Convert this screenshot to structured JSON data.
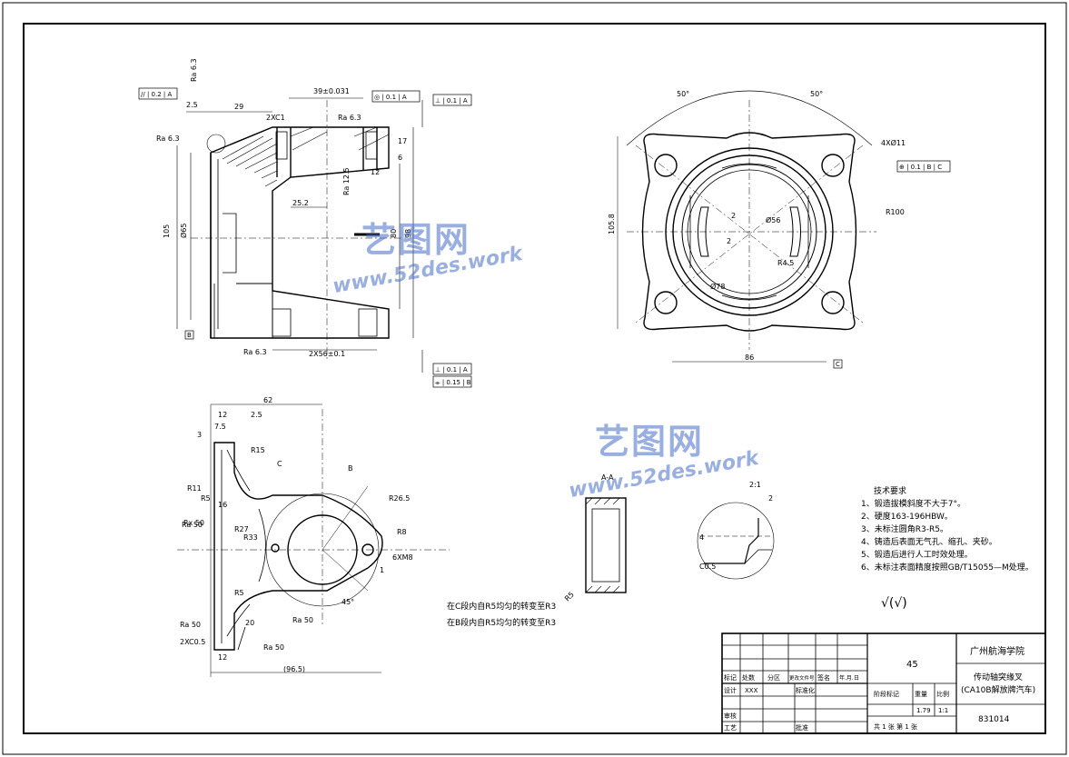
{
  "watermark": {
    "cn": "艺图网",
    "en": "www.52des.work"
  },
  "section_label": "A-A",
  "detail_scale": "2:1",
  "view_annotations": {
    "roughness": [
      "Ra 6.3",
      "Ra 6.3",
      "Ra 6.3",
      "Ra 6.3",
      "Ra 12.5",
      "Ra 50",
      "Ra 50",
      "Ra 50",
      "Ra 50"
    ],
    "tolerance_frames": [
      "// | 0.2 | A",
      "⊥ | 0.1 | A",
      "◎ | 0.1 | A",
      "⊥ | 0.1 | A",
      "⌯ | 0.15 | B",
      "⊕ | 0.1 | B | C"
    ],
    "dimensions": [
      "29",
      "2.5",
      "39±0.031",
      "2XC1",
      "17",
      "6",
      "12",
      "25.2",
      "105",
      "Ø65",
      "80",
      "98",
      "2X56±0.1",
      "50°",
      "50°",
      "4XØ11",
      "R100",
      "2",
      "Ø56",
      "2",
      "Ø78",
      "R4.5",
      "105.8",
      "86",
      "62",
      "12",
      "7.5",
      "3",
      "2.5",
      "R15",
      "C",
      "B",
      "R11",
      "R5",
      "16",
      "R26.5",
      "R8",
      "Rx 50",
      "R27",
      "R33",
      "6XM8",
      "1",
      "45°",
      "R5",
      "20",
      "12",
      "2XC0.5",
      "(96.5)",
      "2:1",
      "2",
      "4",
      "C0.5",
      "R5"
    ],
    "datums": [
      "B",
      "C"
    ]
  },
  "notes": {
    "heading": "技术要求",
    "items": [
      "1、锻造拔模斜度不大于7°。",
      "2、硬度163-196HBW。",
      "3、未标注圆角R3-R5。",
      "4、铸造后表面无气孔、缩孔、夹砂。",
      "5、锻造后进行人工时效处理。",
      "6、未标注表面精度按照GB/T15055—M处理。"
    ],
    "surface_symbol": "√(√)"
  },
  "transition_notes": [
    "在C段内自R5均匀的转变至R3",
    "在B段内自R5均匀的转变至R3"
  ],
  "title_block": {
    "material": "45",
    "school": "广州航海学院",
    "part_name_line1": "传动轴突缘叉",
    "part_name_line2": "(CA10B解放牌汽车)",
    "drawing_no": "831014",
    "header_labels": [
      "标记",
      "处数",
      "分区",
      "更改文件号",
      "签名",
      "年.月.日"
    ],
    "row_labels": [
      "设计",
      "XXX",
      "标准化",
      "审核",
      "工艺",
      "批准"
    ],
    "stage_label": "阶段标记",
    "weight_label": "重量",
    "scale_label": "比例",
    "weight_value": "1.79",
    "scale_value": "1:1",
    "sheets": "共  1  张  第  1  张"
  }
}
